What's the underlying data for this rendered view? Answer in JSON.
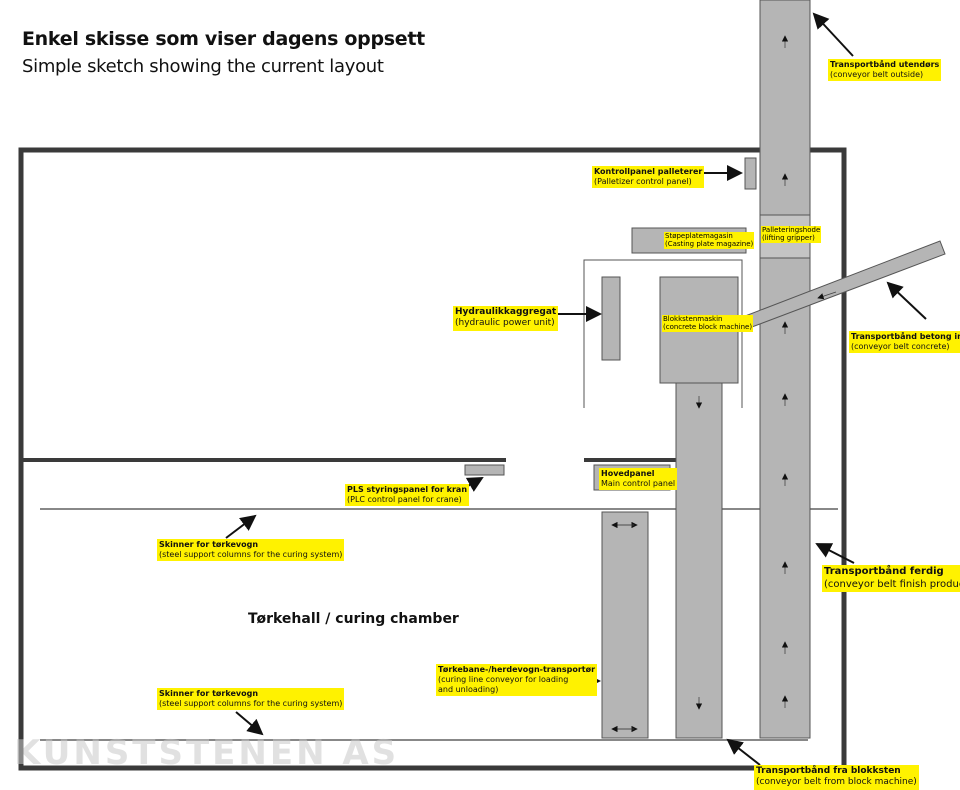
{
  "header": {
    "title": "Enkel skisse som viser dagens oppsett",
    "subtitle": "Simple sketch showing the current layout"
  },
  "hall_label": "Tørkehall / curing chamber",
  "watermark": "KUNSTSTENEN AS",
  "colors": {
    "wall": "#3a3a3a",
    "belt_fill": "#b5b5b5",
    "belt_stroke": "#555555",
    "label_bg": "#fff200",
    "rail": "#888888"
  },
  "labels": {
    "conveyor_outside": {
      "main": "Transportbånd utendørs",
      "sub": "(conveyor belt outside)"
    },
    "palletizer_panel": {
      "main": "Kontrollpanel palleterer",
      "sub": "(Palletizer control panel)"
    },
    "casting_magazine": {
      "main": "Støpeplatemagasin",
      "sub": "(Casting plate magazine)"
    },
    "lifting_gripper": {
      "main": "Palleteringshode",
      "sub": "(lifting gripper)"
    },
    "conveyor_concrete": {
      "main": "Transportbånd betong inn",
      "sub": "(conveyor belt concrete)"
    },
    "hydraulic_unit": {
      "main": "Hydraulikkaggregat",
      "sub": "(hydraulic power unit)"
    },
    "block_machine": {
      "main": "Blokkstenmaskin",
      "sub": "(concrete block machine)"
    },
    "main_panel": {
      "main": "Hovedpanel",
      "sub": "Main control panel"
    },
    "plc_panel": {
      "main": "PLS styringspanel for kran",
      "sub": "(PLC control panel for crane)"
    },
    "rails_upper": {
      "main": "Skinner for tørkevogn",
      "sub": "(steel support columns for the curing system)"
    },
    "conveyor_finish": {
      "main": "Transportbånd ferdig",
      "sub": "(conveyor belt finish products)"
    },
    "curing_line": {
      "main": "Tørkebane-/herdevogn-transportør",
      "sub1": "(curing line conveyor for loading",
      "sub2": "and unloading)"
    },
    "rails_lower": {
      "main": "Skinner for tørkevogn",
      "sub": "(steel support columns for the curing system)"
    },
    "conveyor_block": {
      "main": "Transportbånd fra blokksten",
      "sub": "(conveyor belt from block machine)"
    }
  }
}
